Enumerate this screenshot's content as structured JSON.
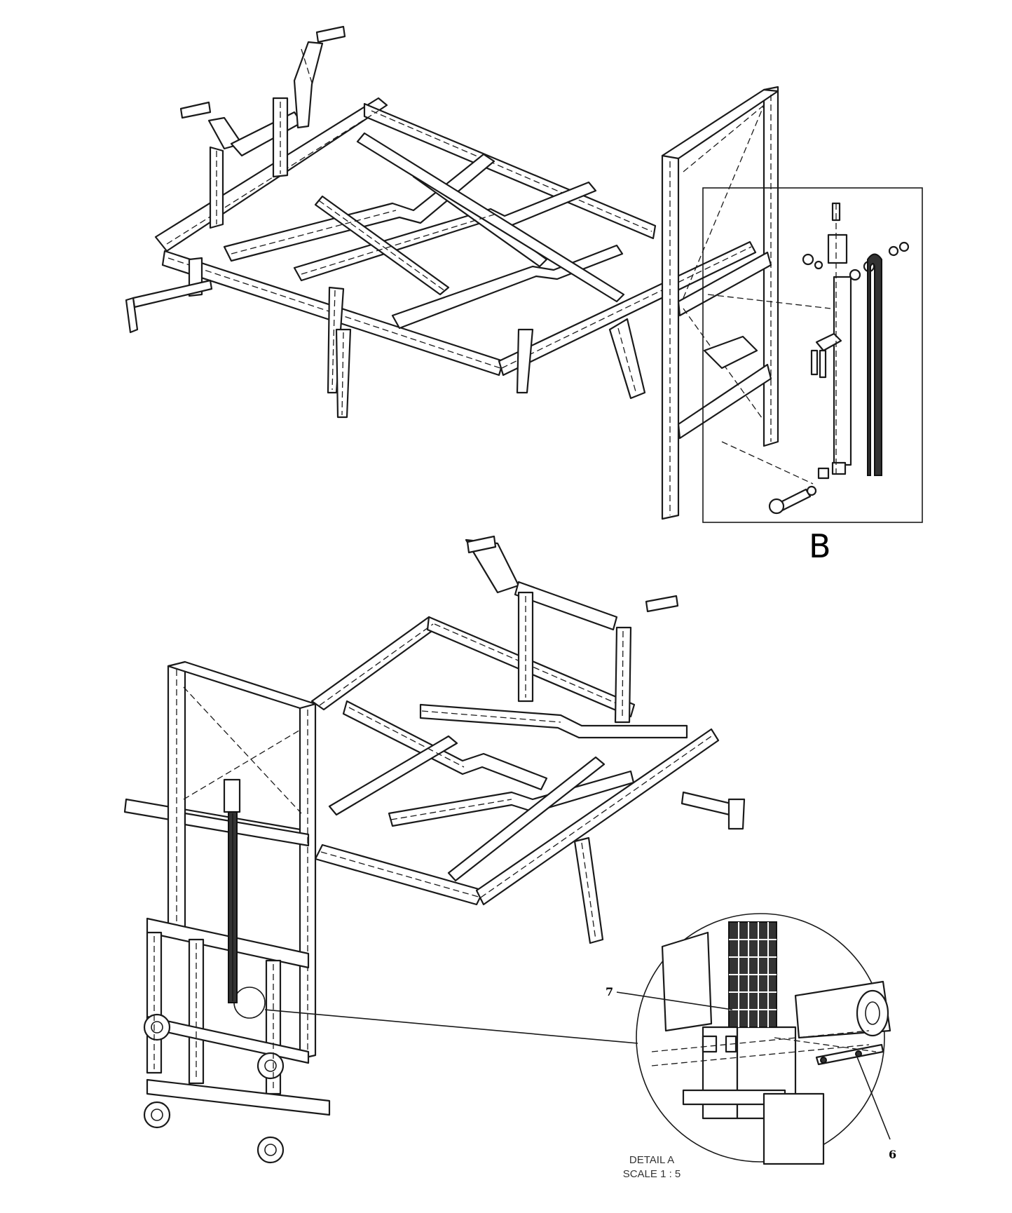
{
  "detail_b": {
    "label": "B"
  },
  "detail_a": {
    "title": "DETAIL A",
    "scale": "SCALE 1 : 5"
  },
  "callouts": [
    {
      "number": "7"
    },
    {
      "number": "6"
    }
  ],
  "colors": {
    "line": "#1a1a1a",
    "background": "#ffffff"
  }
}
